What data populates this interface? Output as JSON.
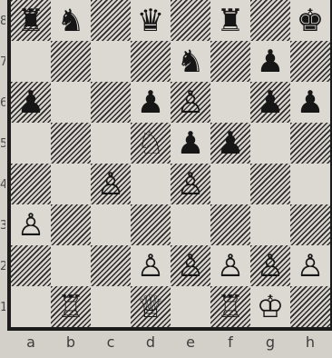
{
  "board": {
    "files": [
      "a",
      "b",
      "c",
      "d",
      "e",
      "f",
      "g",
      "h"
    ],
    "ranks": [
      "8",
      "7",
      "6",
      "5",
      "4",
      "3",
      "2",
      "1"
    ],
    "pieces": [
      {
        "square": "a8",
        "color": "black",
        "type": "rook"
      },
      {
        "square": "b8",
        "color": "black",
        "type": "knight"
      },
      {
        "square": "d8",
        "color": "black",
        "type": "queen"
      },
      {
        "square": "f8",
        "color": "black",
        "type": "rook"
      },
      {
        "square": "h8",
        "color": "black",
        "type": "king"
      },
      {
        "square": "e7",
        "color": "black",
        "type": "knight"
      },
      {
        "square": "g7",
        "color": "black",
        "type": "pawn"
      },
      {
        "square": "a6",
        "color": "black",
        "type": "pawn"
      },
      {
        "square": "d6",
        "color": "black",
        "type": "pawn"
      },
      {
        "square": "e6",
        "color": "white",
        "type": "pawn"
      },
      {
        "square": "g6",
        "color": "black",
        "type": "pawn"
      },
      {
        "square": "h6",
        "color": "black",
        "type": "pawn"
      },
      {
        "square": "d5",
        "color": "white",
        "type": "knight"
      },
      {
        "square": "e5",
        "color": "black",
        "type": "pawn"
      },
      {
        "square": "f5",
        "color": "black",
        "type": "pawn"
      },
      {
        "square": "c4",
        "color": "white",
        "type": "pawn"
      },
      {
        "square": "e4",
        "color": "white",
        "type": "pawn"
      },
      {
        "square": "a3",
        "color": "white",
        "type": "pawn"
      },
      {
        "square": "d2",
        "color": "white",
        "type": "pawn"
      },
      {
        "square": "e2",
        "color": "white",
        "type": "pawn"
      },
      {
        "square": "f2",
        "color": "white",
        "type": "pawn"
      },
      {
        "square": "g2",
        "color": "white",
        "type": "pawn"
      },
      {
        "square": "h2",
        "color": "white",
        "type": "pawn"
      },
      {
        "square": "b1",
        "color": "white",
        "type": "rook"
      },
      {
        "square": "d1",
        "color": "white",
        "type": "queen"
      },
      {
        "square": "f1",
        "color": "white",
        "type": "rook"
      },
      {
        "square": "g1",
        "color": "white",
        "type": "king"
      }
    ]
  },
  "colors": {
    "light_square": "#dcd8d2",
    "dark_hatch": "#2a2a2a",
    "border": "#1c1c1c",
    "background": "#d3cfc9"
  }
}
